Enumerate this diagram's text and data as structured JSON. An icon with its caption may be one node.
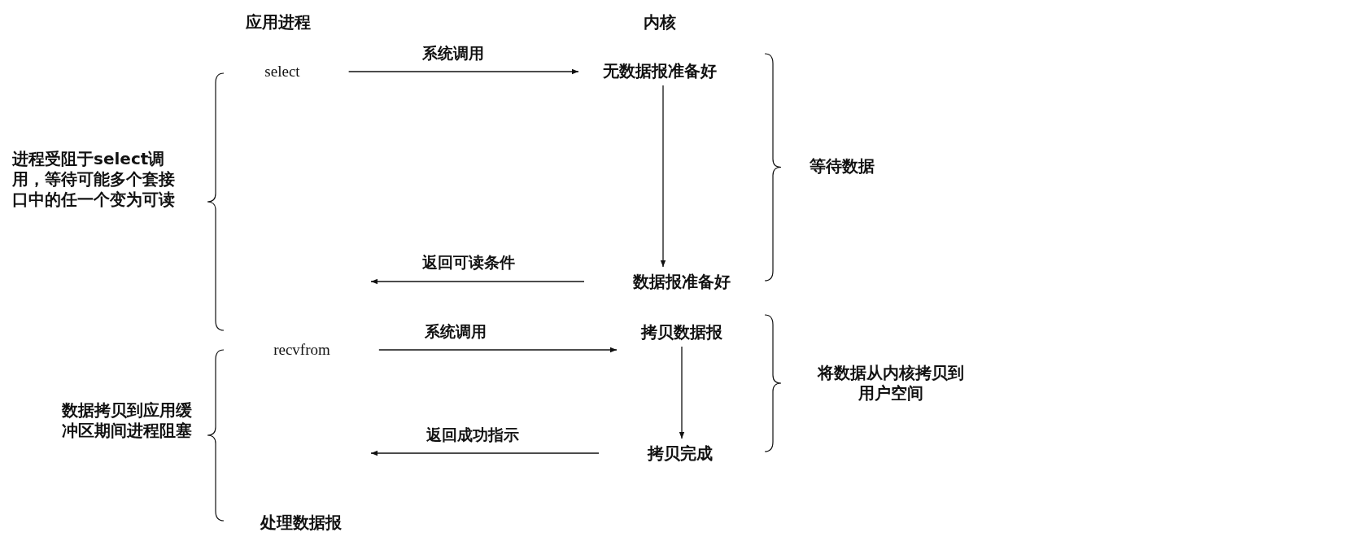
{
  "diagram": {
    "nodes": [
      {
        "text": [
          "select"
        ]
      },
      {
        "text": [
          "无数据报准备好"
        ]
      },
      {
        "text": [
          "数据报准备好"
        ]
      },
      {
        "text": [
          "recvfrom"
        ]
      },
      {
        "text": [
          "拷贝数据报"
        ]
      },
      {
        "text": [
          "拷贝完成"
        ]
      },
      {
        "text": [
          "处理数据报"
        ]
      }
    ],
    "edges": [
      {
        "from": 0,
        "to": 1,
        "arrow": "to",
        "label": "系统调用"
      },
      {
        "from": 1,
        "to": 2,
        "arrow": "to"
      },
      {
        "from": 2,
        "to": null,
        "arrow": "to",
        "label": "返回可读条件"
      },
      {
        "from": 3,
        "to": 4,
        "arrow": "to",
        "label": "系统调用"
      },
      {
        "from": 4,
        "to": 5,
        "arrow": "to"
      },
      {
        "from": 5,
        "to": null,
        "arrow": "to",
        "label": "返回成功指示"
      }
    ],
    "labels": [
      "应用进程",
      "内核",
      "进程受阻于select调用，等待可能多个套接口中的任一个变为可读",
      "等待数据",
      "将数据从内核拷贝到用户空间",
      "数据拷贝到应用缓冲区期间进程阻塞"
    ]
  }
}
